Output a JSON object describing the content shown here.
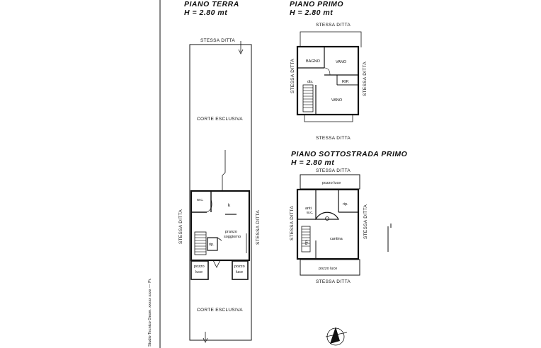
{
  "piano_terra": {
    "title": "PIANO TERRA",
    "height": "H = 2.80 mt",
    "top_neighbor": "STESSA DITTA",
    "left_neighbor": "STESSA DITTA",
    "right_neighbor": "STESSA DITTA",
    "courtyard_top": "CORTE ESCLUSIVA",
    "courtyard_bottom": "CORTE ESCLUSIVA",
    "wc": "w.c.",
    "kitchen": "k",
    "living_line1": "pranzo",
    "living_line2": "soggiorno",
    "storage": "rip.",
    "light_well_left_1": "pozzo",
    "light_well_left_2": "luce",
    "light_well_right_1": "pozzo",
    "light_well_right_2": "luce"
  },
  "piano_primo": {
    "title": "PIANO PRIMO",
    "height": "H = 2.80 mt",
    "top_neighbor": "STESSA DITTA",
    "bottom_neighbor": "STESSA DITTA",
    "left_neighbor": "STESSA DITTA",
    "right_neighbor": "STESSA DITTA",
    "bathroom": "BAGNO",
    "room_top": "VANO",
    "room_bottom": "VANO",
    "closet": "dis.",
    "storage": "RIP."
  },
  "piano_sottostrada": {
    "title": "PIANO SOTTOSTRADA PRIMO",
    "height": "H = 2.80 mt",
    "top_neighbor": "STESSA DITTA",
    "bottom_neighbor": "STESSA DITTA",
    "left_neighbor": "STESSA DITTA",
    "right_neighbor": "STESSA DITTA",
    "light_well_top": "pozzo luce",
    "light_well_bottom": "pozzo luce",
    "anti_wc_1": "anti",
    "anti_wc_2": "w.c.",
    "storage_1": "rip.",
    "storage_2": "rip.",
    "cellar": "cantina"
  },
  "margin_note": "Studio Tecnico Geom. xxxxx xxxx — Pr."
}
